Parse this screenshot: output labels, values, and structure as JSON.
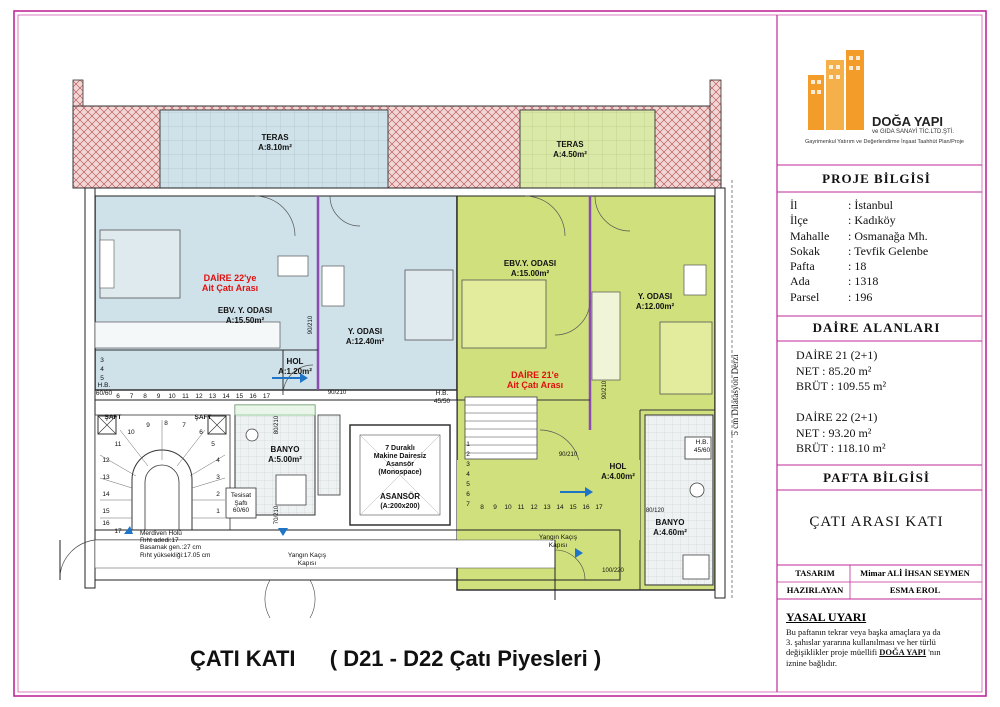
{
  "title": {
    "main": "ÇATI  KATI",
    "sub": "( D21 - D22 Çatı Piyesleri )"
  },
  "company": {
    "name": "DOĞA YAPI",
    "suffix": "ve GIDA SANAYİ TİC.LTD.ŞTİ.",
    "tagline": "Gayrimenkul Yatırım ve Değerlendirme İnşaat Taahhüt Plan/Proje",
    "logo_color": "#f39c2a"
  },
  "project_info": {
    "heading": "PROJE   BİLGİSİ",
    "rows": [
      {
        "key": "İl",
        "value": ": İstanbul"
      },
      {
        "key": "İlçe",
        "value": ": Kadıköy"
      },
      {
        "key": "Mahalle",
        "value": ": Osmanağa Mh."
      },
      {
        "key": "Sokak",
        "value": ": Tevfik Gelenbe"
      },
      {
        "key": "Pafta",
        "value": ": 18"
      },
      {
        "key": "Ada",
        "value": ": 1318"
      },
      {
        "key": "Parsel",
        "value": ": 196"
      }
    ]
  },
  "unit_areas": {
    "heading": "DAİRE   ALANLARI",
    "d21": {
      "name": "DAİRE 21  (2+1)",
      "net": "NET     : 85.20  m²",
      "brut": "BRÜT : 109.55 m²"
    },
    "d22": {
      "name": "DAİRE 22  (2+1)",
      "net": "NET    : 93.20  m²",
      "brut": "BRÜT : 118.10 m²"
    }
  },
  "sheet_info": {
    "heading": "PAFTA   BİLGİSİ",
    "value": "ÇATI   ARASI  KATI"
  },
  "credits": {
    "design_label": "TASARIM",
    "design_value": "Mimar ALİ İHSAN SEYMEN",
    "prepared_label": "HAZIRLAYAN",
    "prepared_value": "ESMA EROL"
  },
  "legal": {
    "heading": "YASAL UYARI",
    "line1": "Bu paftanın tekrar veya başka amaçlara ya da",
    "line2": "3. şahıslar yararına kullanılması ve her türlü",
    "line3_pre": "değişiklikler proje müellifi ",
    "line3_brand": "DOĞA YAPI",
    "line3_post": " 'nın",
    "line4": "iznine bağlıdır."
  },
  "plan": {
    "dilatation": "5 cm Dilatasyon Derzi",
    "rooms": {
      "teras1": {
        "name": "TERAS",
        "area": "A:8.10m²"
      },
      "teras2": {
        "name": "TERAS",
        "area": "A:4.50m²"
      },
      "d22_tag1": "DAİRE 22'ye",
      "d22_tag2": "Ait Çatı Arası",
      "d21_tag1": "DAİRE 21'e",
      "d21_tag2": "Ait Çatı Arası",
      "ebv22": {
        "name": "EBV. Y. ODASI",
        "area": "A:15.50m²"
      },
      "yoda22": {
        "name": "Y. ODASI",
        "area": "A:12.40m²"
      },
      "hol22": {
        "name": "HOL",
        "area": "A:1.20m²"
      },
      "banyo22": {
        "name": "BANYO",
        "area": "A:5.00m²"
      },
      "ebv21": {
        "name": "EBV.Y. ODASI",
        "area": "A:15.00m²"
      },
      "yoda21": {
        "name": "Y. ODASI",
        "area": "A:12.00m²"
      },
      "hol21": {
        "name": "HOL",
        "area": "A:4.00m²"
      },
      "banyo21": {
        "name": "BANYO",
        "area": "A:4.60m²"
      },
      "asansor_desc1": "7 Duraklı",
      "asansor_desc2": "Makine Dairesiz",
      "asansor_desc3": "Asansör",
      "asansor_desc4": "(Monospace)",
      "asansor": {
        "name": "ASANSÖR",
        "area": "(A:200x200)"
      },
      "tesisat1": "Tesisat",
      "tesisat2": "Şaftı",
      "tesisat3": "60/60"
    },
    "labels": {
      "hb1_a": "H.B.",
      "hb1_b": "60/60",
      "hb2_a": "H.B.",
      "hb2_b": "45/50",
      "hb3_a": "H.B.",
      "hb3_b": "45/60",
      "saft": "ŞAFT",
      "yangin1_a": "Yangın Kaçış",
      "yangin1_b": "Kapısı",
      "yangin2_a": "Yangın Kaçış",
      "yangin2_b": "Kapısı",
      "merdiven1": "Merdiven Holü",
      "merdiven2": "Rıht adedi:17",
      "merdiven3": "Basamak gen.:27 cm",
      "merdiven4": "Rıht yüksekliği:17.05 cm",
      "d9021": "90/210",
      "d9021b": "90/210",
      "d9021c": "90/210",
      "d9021d": "90/210",
      "d7021": "70/210",
      "d80210": "80/210",
      "d100220": "100/220",
      "d80120": "80/120"
    },
    "stair_left": [
      "3",
      "4",
      "5",
      "6",
      "7",
      "8",
      "9",
      "10",
      "11",
      "12",
      "13",
      "14",
      "15",
      "16",
      "17"
    ],
    "spiral_nums": [
      "11",
      "10",
      "9",
      "8",
      "7",
      "6",
      "5",
      "4",
      "3",
      "2",
      "1",
      "12",
      "13",
      "14",
      "15",
      "16",
      "17"
    ],
    "stair_right": [
      "17",
      "16",
      "15",
      "14",
      "13",
      "12",
      "11",
      "10",
      "9",
      "8",
      "7",
      "6",
      "5",
      "4",
      "3",
      "2",
      "1"
    ]
  }
}
